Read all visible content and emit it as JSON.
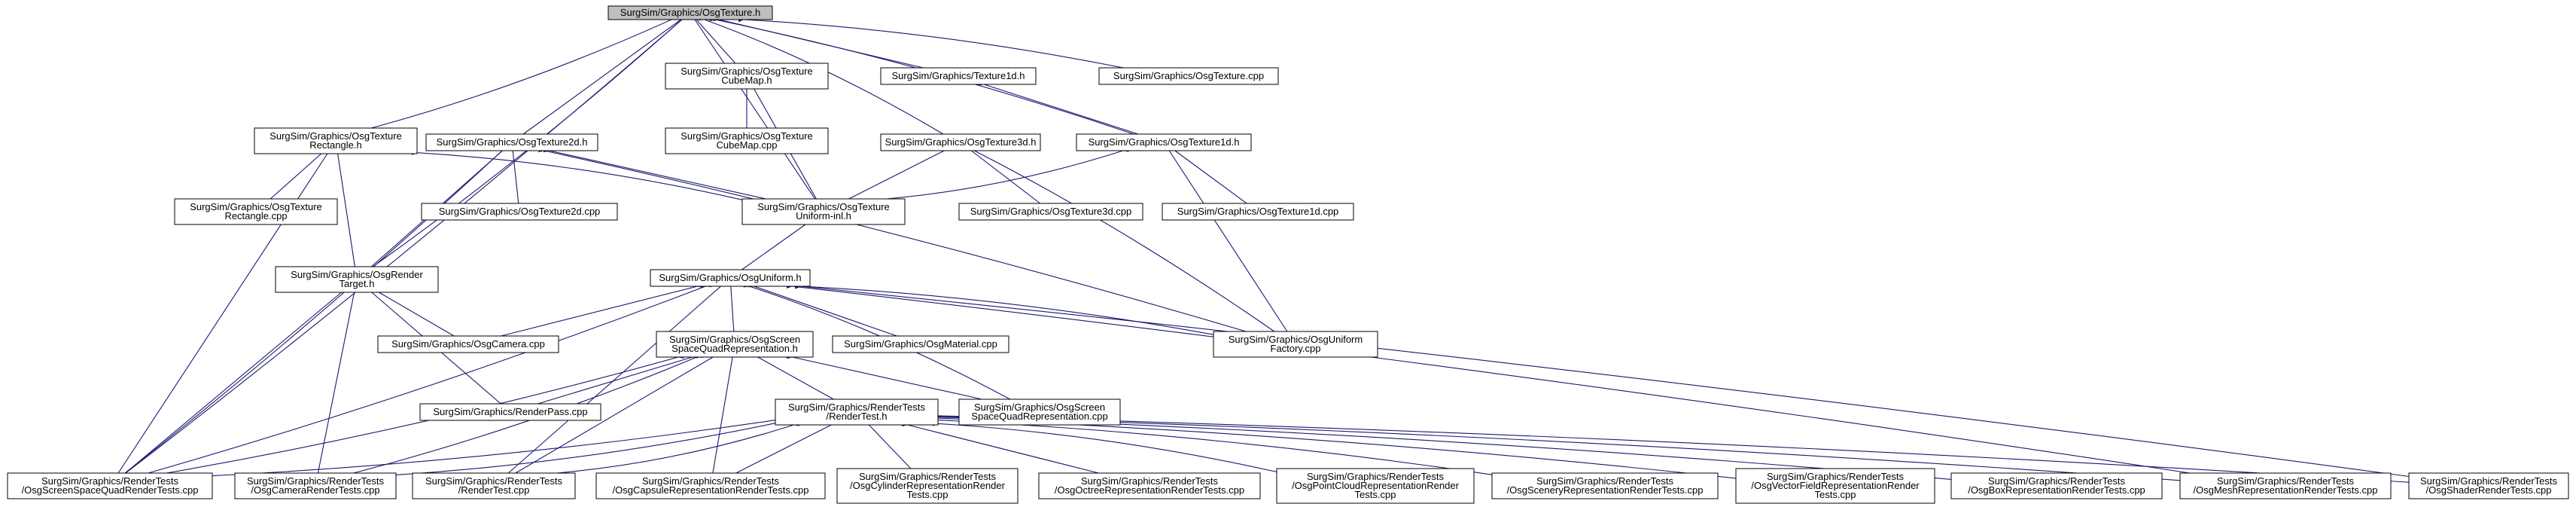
{
  "graph": {
    "nodes": [
      {
        "id": "n0",
        "lines": [
          "SurgSim/Graphics/OsgTexture.h"
        ],
        "root": true
      },
      {
        "id": "n1",
        "lines": [
          "SurgSim/Graphics/OsgTexture",
          "CubeMap.h"
        ]
      },
      {
        "id": "n2",
        "lines": [
          "SurgSim/Graphics/Texture1d.h"
        ]
      },
      {
        "id": "n3",
        "lines": [
          "SurgSim/Graphics/OsgTexture.cpp"
        ]
      },
      {
        "id": "n4",
        "lines": [
          "SurgSim/Graphics/OsgTexture",
          "CubeMap.cpp"
        ]
      },
      {
        "id": "n5",
        "lines": [
          "SurgSim/Graphics/OsgTexture",
          "Rectangle.h"
        ]
      },
      {
        "id": "n6",
        "lines": [
          "SurgSim/Graphics/OsgTexture2d.h"
        ]
      },
      {
        "id": "n7",
        "lines": [
          "SurgSim/Graphics/OsgTexture3d.h"
        ]
      },
      {
        "id": "n8",
        "lines": [
          "SurgSim/Graphics/OsgTexture1d.h"
        ]
      },
      {
        "id": "n9",
        "lines": [
          "SurgSim/Graphics/OsgTexture",
          "Rectangle.cpp"
        ]
      },
      {
        "id": "n10",
        "lines": [
          "SurgSim/Graphics/OsgTexture2d.cpp"
        ]
      },
      {
        "id": "n11",
        "lines": [
          "SurgSim/Graphics/OsgTexture",
          "Uniform-inl.h"
        ]
      },
      {
        "id": "n12",
        "lines": [
          "SurgSim/Graphics/OsgTexture3d.cpp"
        ]
      },
      {
        "id": "n13",
        "lines": [
          "SurgSim/Graphics/OsgTexture1d.cpp"
        ]
      },
      {
        "id": "n14",
        "lines": [
          "SurgSim/Graphics/OsgRender",
          "Target.h"
        ]
      },
      {
        "id": "n15",
        "lines": [
          "SurgSim/Graphics/OsgUniform.h"
        ]
      },
      {
        "id": "n16",
        "lines": [
          "SurgSim/Graphics/OsgCamera.cpp"
        ]
      },
      {
        "id": "n17",
        "lines": [
          "SurgSim/Graphics/OsgScreen",
          "SpaceQuadRepresentation.h"
        ]
      },
      {
        "id": "n18",
        "lines": [
          "SurgSim/Graphics/OsgMaterial.cpp"
        ]
      },
      {
        "id": "n19",
        "lines": [
          "SurgSim/Graphics/OsgUniform",
          "Factory.cpp"
        ]
      },
      {
        "id": "n20",
        "lines": [
          "SurgSim/Graphics/RenderPass.cpp"
        ]
      },
      {
        "id": "n21",
        "lines": [
          "SurgSim/Graphics/RenderTests",
          "/RenderTest.h"
        ]
      },
      {
        "id": "n22",
        "lines": [
          "SurgSim/Graphics/OsgScreen",
          "SpaceQuadRepresentation.cpp"
        ]
      },
      {
        "id": "n23",
        "lines": [
          "SurgSim/Graphics/RenderTests",
          "/OsgScreenSpaceQuadRenderTests.cpp"
        ]
      },
      {
        "id": "n24",
        "lines": [
          "SurgSim/Graphics/RenderTests",
          "/OsgCameraRenderTests.cpp"
        ]
      },
      {
        "id": "n25",
        "lines": [
          "SurgSim/Graphics/RenderTests",
          "/RenderTest.cpp"
        ]
      },
      {
        "id": "n26",
        "lines": [
          "SurgSim/Graphics/RenderTests",
          "/OsgCapsuleRepresentationRenderTests.cpp"
        ]
      },
      {
        "id": "n27",
        "lines": [
          "SurgSim/Graphics/RenderTests",
          "/OsgCylinderRepresentationRender",
          "Tests.cpp"
        ]
      },
      {
        "id": "n28",
        "lines": [
          "SurgSim/Graphics/RenderTests",
          "/OsgOctreeRepresentationRenderTests.cpp"
        ]
      },
      {
        "id": "n29",
        "lines": [
          "SurgSim/Graphics/RenderTests",
          "/OsgPointCloudRepresentationRender",
          "Tests.cpp"
        ]
      },
      {
        "id": "n30",
        "lines": [
          "SurgSim/Graphics/RenderTests",
          "/OsgSceneryRepresentationRenderTests.cpp"
        ]
      },
      {
        "id": "n31",
        "lines": [
          "SurgSim/Graphics/RenderTests",
          "/OsgVectorFieldRepresentationRender",
          "Tests.cpp"
        ]
      },
      {
        "id": "n32",
        "lines": [
          "SurgSim/Graphics/RenderTests",
          "/OsgBoxRepresentationRenderTests.cpp"
        ]
      },
      {
        "id": "n33",
        "lines": [
          "SurgSim/Graphics/RenderTests",
          "/OsgMeshRepresentationRenderTests.cpp"
        ]
      },
      {
        "id": "n34",
        "lines": [
          "SurgSim/Graphics/RenderTests",
          "/OsgShaderRenderTests.cpp"
        ]
      }
    ],
    "edges": [
      [
        "n0",
        "n1"
      ],
      [
        "n0",
        "n2"
      ],
      [
        "n0",
        "n3"
      ],
      [
        "n0",
        "n5"
      ],
      [
        "n0",
        "n6"
      ],
      [
        "n0",
        "n7"
      ],
      [
        "n0",
        "n8"
      ],
      [
        "n0",
        "n11"
      ],
      [
        "n0",
        "n14"
      ],
      [
        "n0",
        "n23"
      ],
      [
        "n1",
        "n4"
      ],
      [
        "n1",
        "n11"
      ],
      [
        "n2",
        "n8"
      ],
      [
        "n5",
        "n9"
      ],
      [
        "n5",
        "n11"
      ],
      [
        "n5",
        "n14"
      ],
      [
        "n5",
        "n23"
      ],
      [
        "n6",
        "n10"
      ],
      [
        "n6",
        "n11"
      ],
      [
        "n6",
        "n14"
      ],
      [
        "n6",
        "n19"
      ],
      [
        "n6",
        "n23"
      ],
      [
        "n7",
        "n11"
      ],
      [
        "n7",
        "n12"
      ],
      [
        "n7",
        "n19"
      ],
      [
        "n8",
        "n11"
      ],
      [
        "n8",
        "n13"
      ],
      [
        "n8",
        "n19"
      ],
      [
        "n11",
        "n15"
      ],
      [
        "n14",
        "n16"
      ],
      [
        "n14",
        "n20"
      ],
      [
        "n14",
        "n23"
      ],
      [
        "n14",
        "n24"
      ],
      [
        "n15",
        "n16"
      ],
      [
        "n15",
        "n17"
      ],
      [
        "n15",
        "n18"
      ],
      [
        "n15",
        "n19"
      ],
      [
        "n15",
        "n22"
      ],
      [
        "n15",
        "n23"
      ],
      [
        "n15",
        "n25"
      ],
      [
        "n15",
        "n33"
      ],
      [
        "n15",
        "n34"
      ],
      [
        "n17",
        "n20"
      ],
      [
        "n17",
        "n21"
      ],
      [
        "n17",
        "n22"
      ],
      [
        "n17",
        "n23"
      ],
      [
        "n17",
        "n24"
      ],
      [
        "n17",
        "n25"
      ],
      [
        "n17",
        "n26"
      ],
      [
        "n21",
        "n23"
      ],
      [
        "n21",
        "n24"
      ],
      [
        "n21",
        "n25"
      ],
      [
        "n21",
        "n26"
      ],
      [
        "n21",
        "n27"
      ],
      [
        "n21",
        "n28"
      ],
      [
        "n21",
        "n29"
      ],
      [
        "n21",
        "n30"
      ],
      [
        "n21",
        "n31"
      ],
      [
        "n21",
        "n32"
      ],
      [
        "n21",
        "n33"
      ],
      [
        "n21",
        "n34"
      ]
    ]
  }
}
